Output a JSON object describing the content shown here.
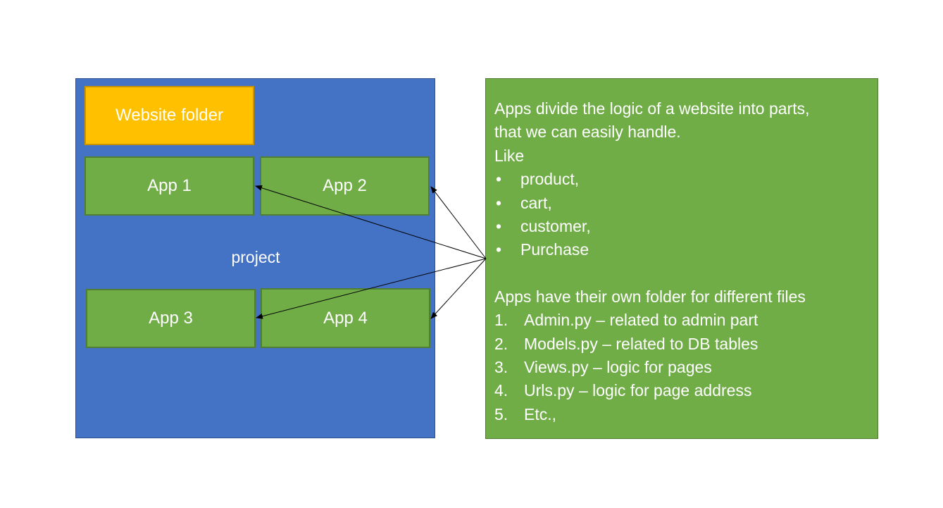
{
  "project": {
    "folder_label": "Website folder",
    "project_label": "project",
    "apps": [
      {
        "label": "App 1"
      },
      {
        "label": "App 2"
      },
      {
        "label": "App 3"
      },
      {
        "label": "App 4"
      }
    ]
  },
  "info": {
    "intro_line1": "Apps divide the logic of a website into parts,",
    "intro_line2": "that we can easily handle.",
    "like_label": "Like",
    "bullet_marker": "•",
    "bullets": [
      "product,",
      "cart,",
      "customer,",
      "Purchase"
    ],
    "folder_line": "Apps have their own folder for different files",
    "files": [
      {
        "num": "1.",
        "text": "Admin.py – related to admin part"
      },
      {
        "num": "2.",
        "text": "Models.py – related to DB tables"
      },
      {
        "num": "3.",
        "text": "Views.py – logic for pages"
      },
      {
        "num": "4.",
        "text": "Urls.py – logic for page address"
      },
      {
        "num": "5.",
        "text": "Etc.,"
      }
    ]
  },
  "colors": {
    "project_fill": "#4472c4",
    "folder_fill": "#ffc000",
    "app_fill": "#70ad47",
    "info_fill": "#70ad47",
    "arrow": "#000000"
  }
}
